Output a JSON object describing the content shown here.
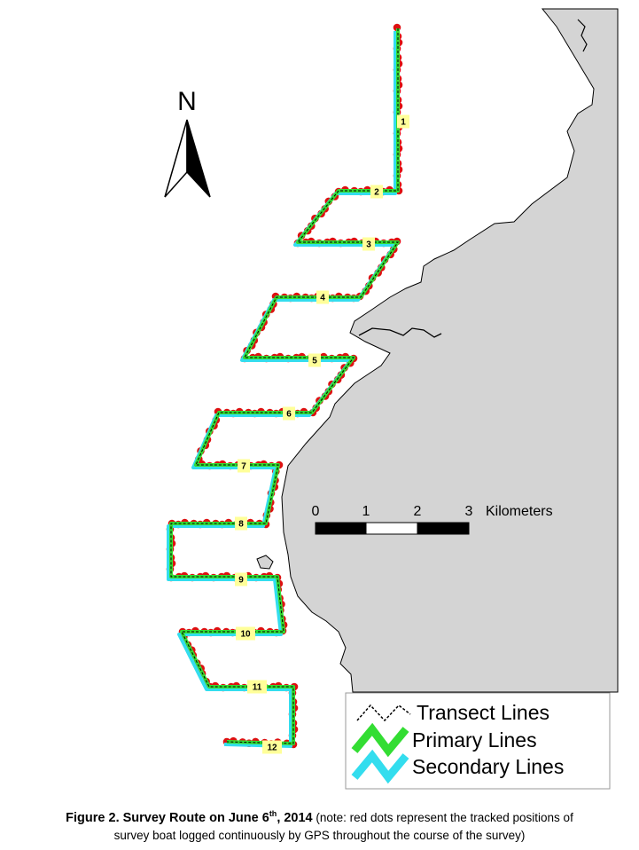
{
  "north_arrow": {
    "letter": "N"
  },
  "scale_bar": {
    "ticks": [
      "0",
      "1",
      "2",
      "3"
    ],
    "unit": "Kilometers"
  },
  "transects": [
    {
      "label": "1"
    },
    {
      "label": "2"
    },
    {
      "label": "3"
    },
    {
      "label": "4"
    },
    {
      "label": "5"
    },
    {
      "label": "6"
    },
    {
      "label": "7"
    },
    {
      "label": "8"
    },
    {
      "label": "9"
    },
    {
      "label": "10"
    },
    {
      "label": "11"
    },
    {
      "label": "12"
    }
  ],
  "legend": {
    "transect_lines": "Transect Lines",
    "primary_lines": "Primary Lines",
    "secondary_lines": "Secondary Lines"
  },
  "colors": {
    "land": "#d4d4d4",
    "primary": "#33dd33",
    "secondary": "#33ddee",
    "gps_dots": "#dd1111",
    "label_bg": "#ffff99"
  },
  "caption": {
    "lead_prefix": "Figure 2.  Survey Route on June 6",
    "lead_sup": "th",
    "lead_suffix": ", 2014",
    "note_line1": "(note: red dots represent the tracked positions of",
    "note_line2": "survey boat logged continuously by GPS throughout the course of the survey)"
  }
}
